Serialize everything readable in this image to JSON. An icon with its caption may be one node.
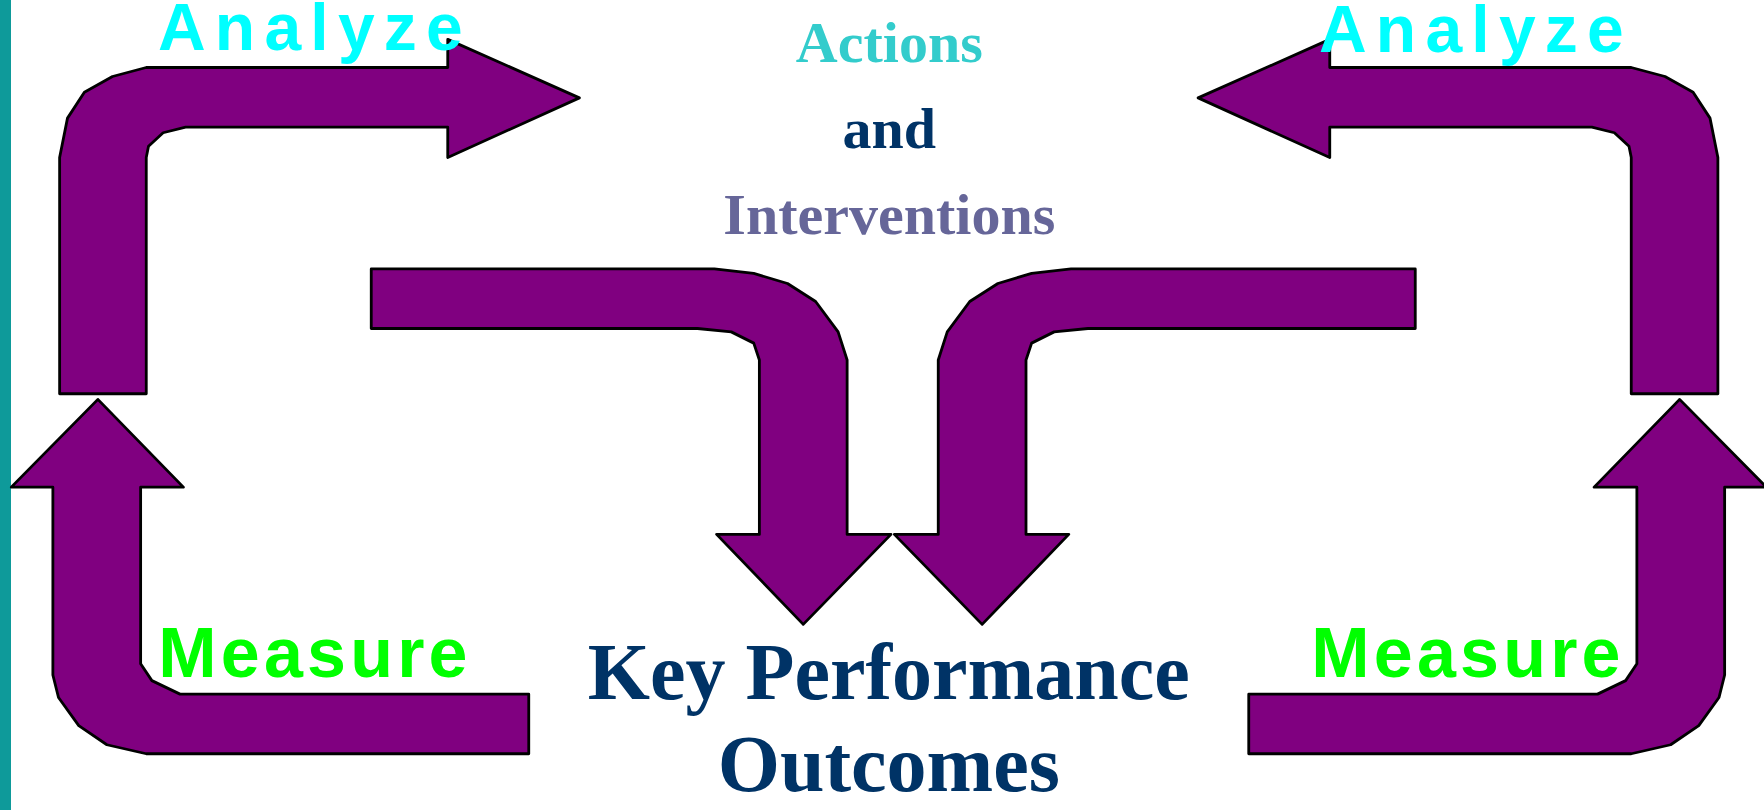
{
  "diagram": {
    "nodes": [
      {
        "text": [
          "Actions",
          "and",
          "Interventions"
        ]
      },
      {
        "text": [
          "Key Performance Outcomes"
        ]
      }
    ],
    "edges": [
      {
        "from": 0,
        "to": 1,
        "arrow": "to",
        "style": "thick",
        "color": "#800080"
      },
      {
        "from": 0,
        "to": 1,
        "arrow": "to",
        "style": "thick",
        "color": "#800080"
      }
    ],
    "labels": [
      "Analyze",
      "Analyze",
      "Measure",
      "Measure"
    ]
  }
}
